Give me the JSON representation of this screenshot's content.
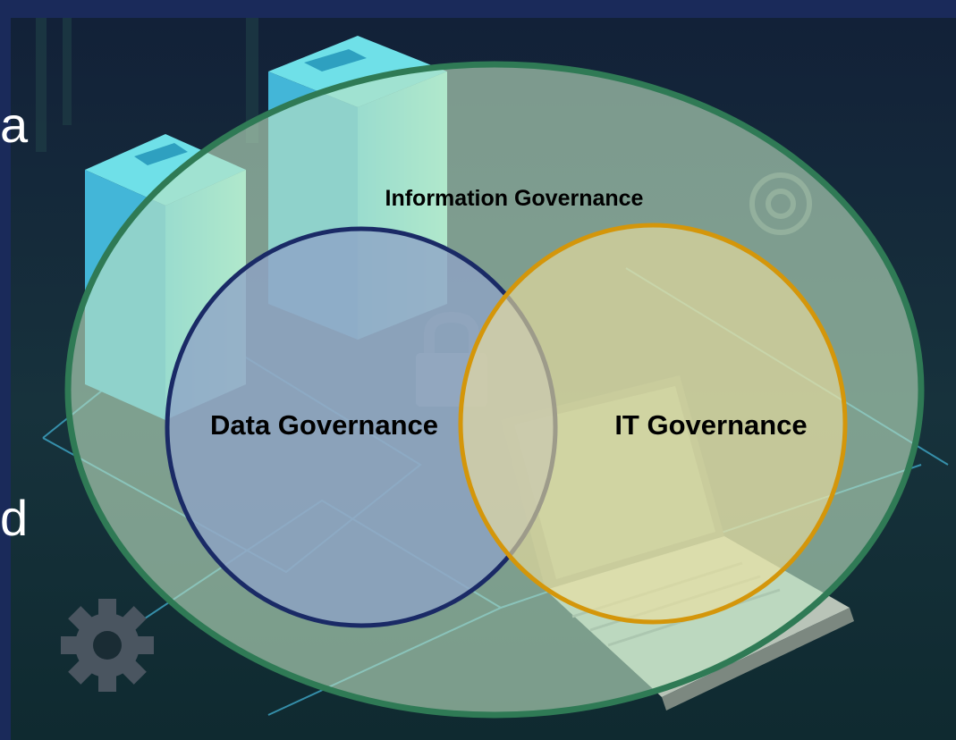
{
  "diagram": {
    "type": "venn",
    "outer_set": {
      "label": "Information Governance",
      "color": "#2f7a55",
      "fill": "#bfe3c4"
    },
    "sets": [
      {
        "label": "Data Governance",
        "color": "#1a2a66",
        "fill": "#8ea3c7"
      },
      {
        "label": "IT Governance",
        "color": "#d4960a",
        "fill": "#efe0a0"
      }
    ]
  },
  "background": {
    "edge_text_fragments": [
      "a",
      "d"
    ],
    "icons": [
      "server-rack-icon",
      "server-rack-icon",
      "gear-icon",
      "gear-icon",
      "padlock-icon",
      "laptop-icon"
    ]
  }
}
